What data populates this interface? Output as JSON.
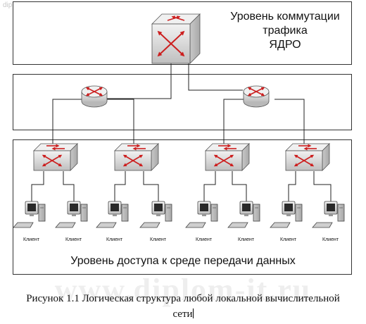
{
  "watermark": {
    "top": "diplom-it.ru",
    "large": "www.diplom-it.ru"
  },
  "core_tier": {
    "label_line1": "Уровень коммутации",
    "label_line2": "трафика",
    "label_line3": "ЯДРО"
  },
  "access_tier": {
    "label": "Уровень доступа к среде передачи данных"
  },
  "clients": [
    "Клиент",
    "Клиент",
    "Клиент",
    "Клиент",
    "Клиент",
    "Клиент",
    "Клиент",
    "Клиент"
  ],
  "caption": {
    "line1": "Рисунок 1.1 Логическая структура любой локальной вычислительной",
    "line2": "сети"
  },
  "icons": {
    "core": "core-switch-icon",
    "router": "router-icon",
    "switch": "switch-icon",
    "workstation": "workstation-icon"
  },
  "colors": {
    "device_fill": "#dcdcdc",
    "arrow": "#cc1f1f",
    "line": "#222222"
  }
}
